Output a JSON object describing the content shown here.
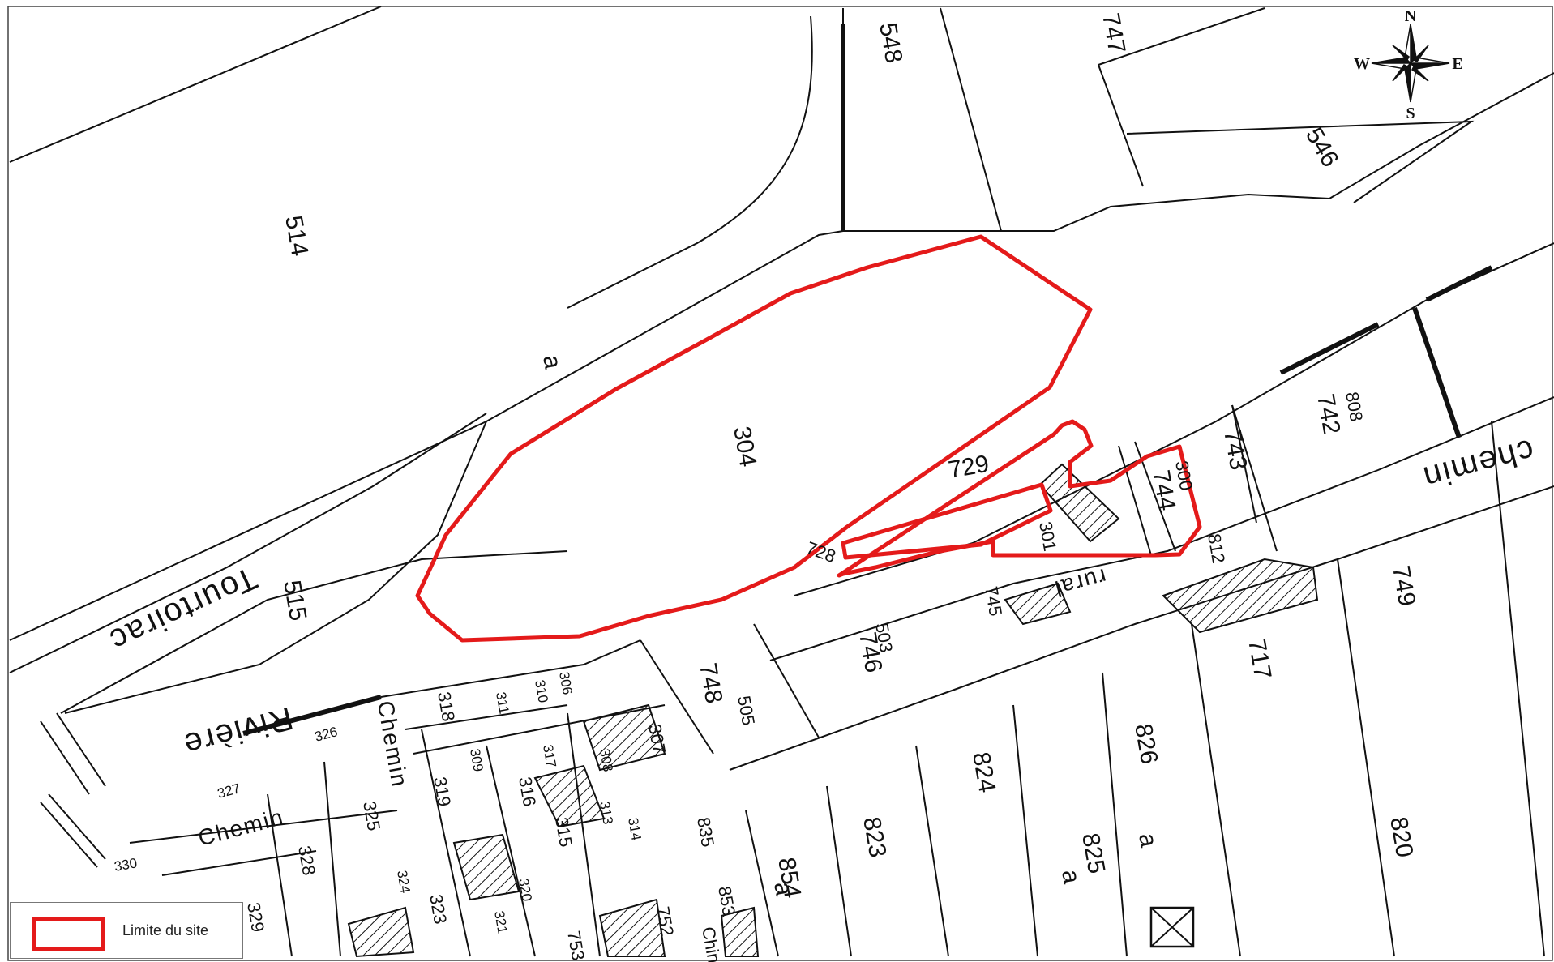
{
  "map": {
    "parcel_labels": [
      "514",
      "515",
      "304",
      "729",
      "728",
      "744",
      "743",
      "742",
      "746",
      "748",
      "745",
      "717",
      "749",
      "812",
      "820",
      "823",
      "824",
      "825",
      "826",
      "854",
      "835",
      "853",
      "752",
      "753",
      "325",
      "326",
      "327",
      "328",
      "329",
      "318",
      "319",
      "311",
      "310",
      "306",
      "307",
      "308",
      "309",
      "315",
      "316",
      "317",
      "313",
      "314",
      "320",
      "321",
      "323",
      "324",
      "546",
      "548",
      "330",
      "301",
      "505",
      "503",
      "300",
      "808",
      "747"
    ],
    "road_labels": [
      "Tourtoirac",
      "Rivière",
      "Chemin",
      "chemin",
      "rural",
      "Chemin"
    ],
    "street_letters": [
      "a",
      "a",
      "a",
      "Chin",
      "a"
    ],
    "boundary_color": "#e41a1a",
    "line_color": "#111111"
  },
  "compass": {
    "north": "N",
    "south": "S",
    "east": "E",
    "west": "W"
  },
  "legend": {
    "label": "Limite du site",
    "swatch_color": "#e41a1a"
  }
}
